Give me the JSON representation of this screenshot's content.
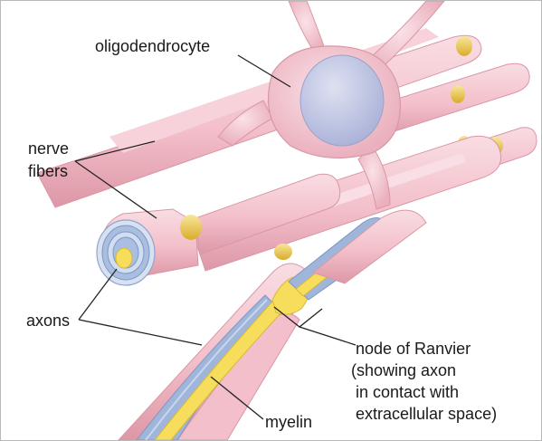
{
  "diagram": {
    "labels": {
      "oligodendrocyte": "oligodendrocyte",
      "nerve_fibers_line1": "nerve",
      "nerve_fibers_line2": "fibers",
      "axons": "axons",
      "node_line1": "node of Ranvier",
      "node_line2": "(showing axon",
      "node_line3": "in contact with",
      "node_line4": "extracellular space)",
      "myelin": "myelin"
    },
    "colors": {
      "fiber_pink": "#f4c3ce",
      "fiber_shadow": "#d98c9c",
      "myelin_blue": "#9fb6da",
      "axon_yellow": "#f6dd5c",
      "node_yellow": "#e9c23c",
      "nucleus": "#c3c8e4",
      "leader_line": "#222222"
    }
  }
}
